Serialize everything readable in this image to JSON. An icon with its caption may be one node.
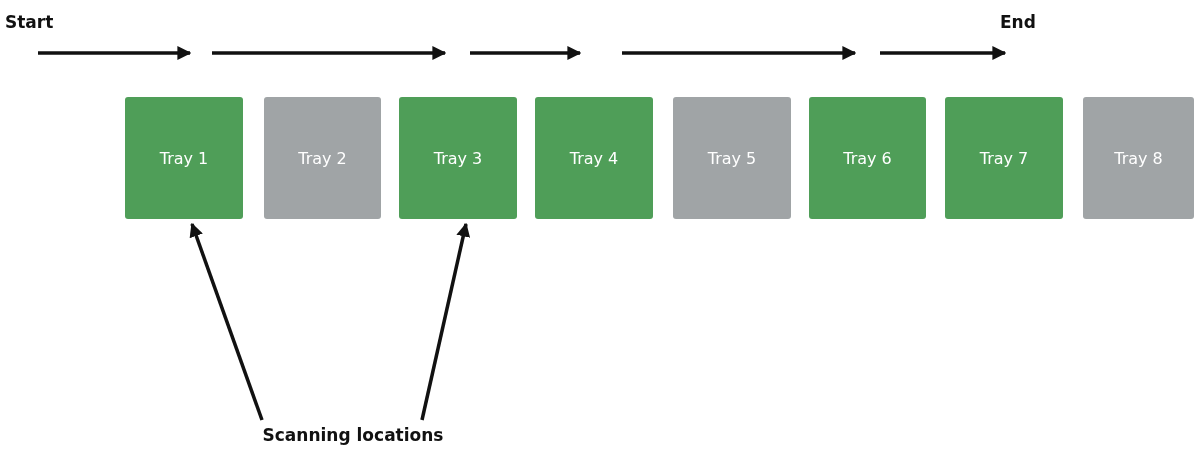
{
  "diagram": {
    "nodes": [
      {
        "text": [
          "Tray 1"
        ]
      },
      {
        "text": [
          "Tray 2"
        ]
      },
      {
        "text": [
          "Tray 3"
        ]
      },
      {
        "text": [
          "Tray 4"
        ]
      },
      {
        "text": [
          "Tray 5"
        ]
      },
      {
        "text": [
          "Tray 6"
        ]
      },
      {
        "text": [
          "Tray 7"
        ]
      },
      {
        "text": [
          "Tray 8"
        ]
      },
      {
        "text": [
          "Scanning locations"
        ]
      }
    ],
    "edges": [
      {
        "from": 8,
        "to": 0,
        "arrow": "to"
      },
      {
        "from": 8,
        "to": 2,
        "arrow": "to"
      }
    ],
    "labels": [
      "Start",
      "End"
    ]
  }
}
